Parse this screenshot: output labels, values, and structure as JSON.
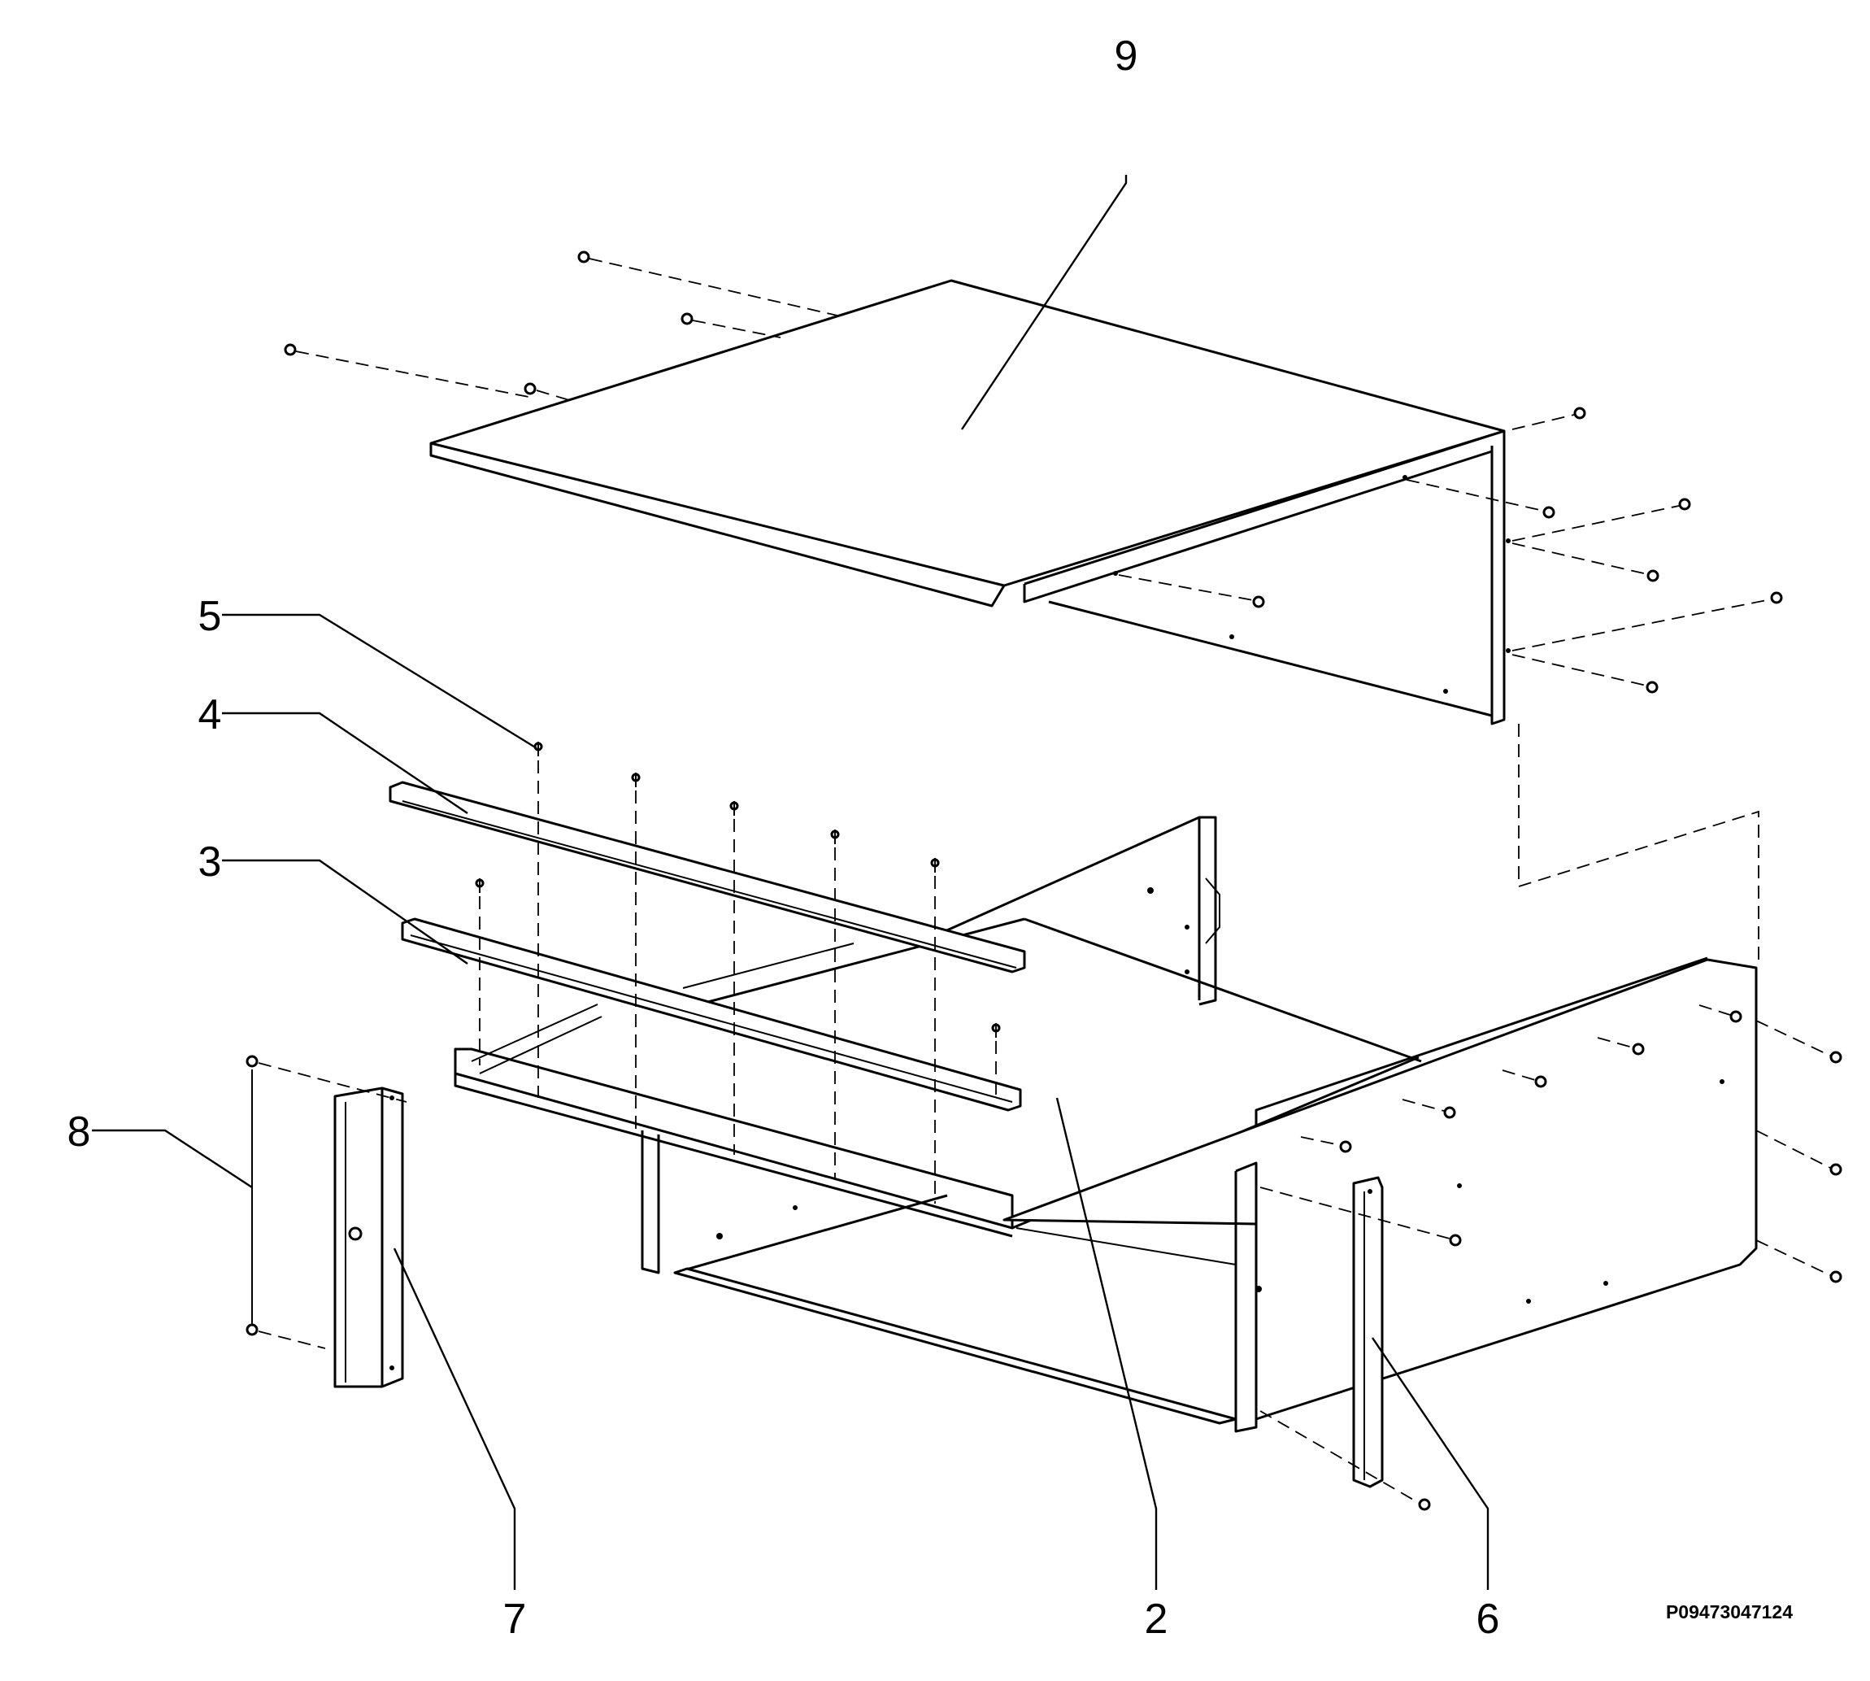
{
  "diagram": {
    "drawing_code": "P09473047124",
    "callouts": [
      {
        "id": "callout-9",
        "label": "9"
      },
      {
        "id": "callout-5",
        "label": "5"
      },
      {
        "id": "callout-4",
        "label": "4"
      },
      {
        "id": "callout-3",
        "label": "3"
      },
      {
        "id": "callout-8",
        "label": "8"
      },
      {
        "id": "callout-7",
        "label": "7"
      },
      {
        "id": "callout-2",
        "label": "2"
      },
      {
        "id": "callout-6",
        "label": "6"
      }
    ]
  }
}
